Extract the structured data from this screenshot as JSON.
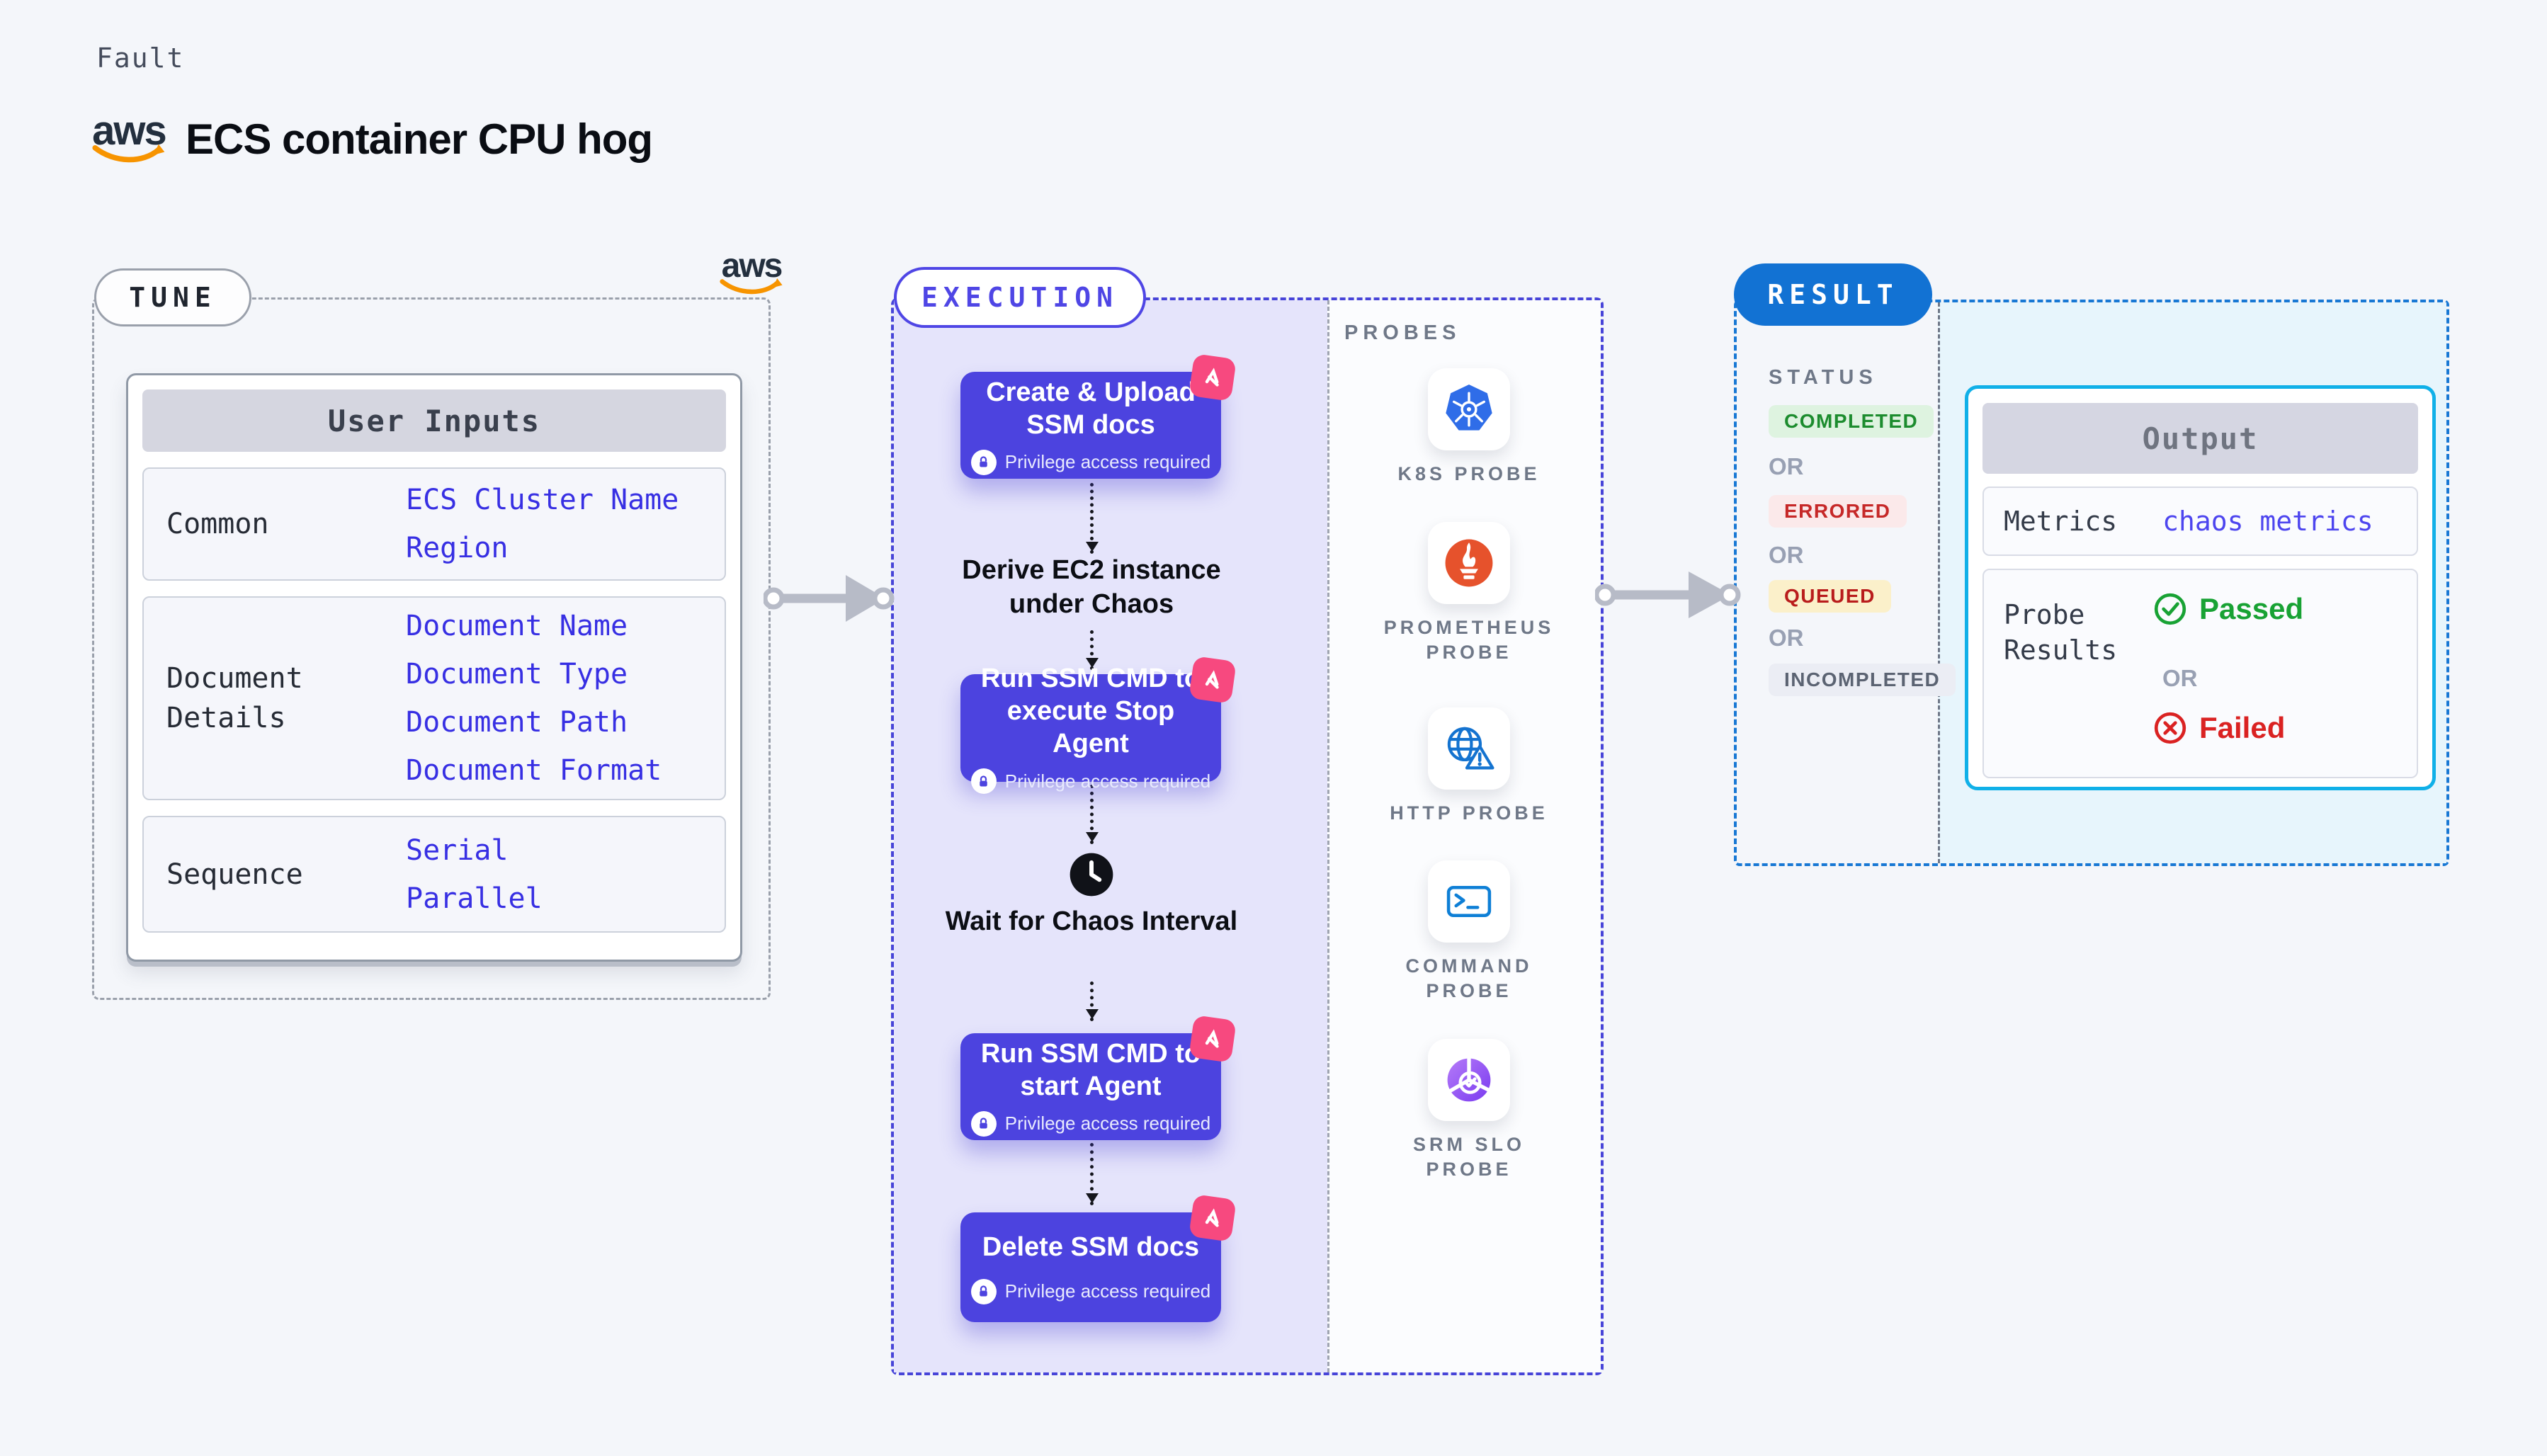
{
  "header": {
    "kicker": "Fault",
    "brand": "aws",
    "title": "ECS container CPU hog"
  },
  "tune": {
    "label": "TUNE",
    "user_inputs": {
      "title": "User Inputs",
      "rows": [
        {
          "label": "Common",
          "values": [
            "ECS Cluster Name",
            "Region"
          ]
        },
        {
          "label": "Document Details",
          "values": [
            "Document Name",
            "Document Type",
            "Document Path",
            "Document Format"
          ]
        },
        {
          "label": "Sequence",
          "values": [
            "Serial",
            "Parallel"
          ]
        }
      ]
    }
  },
  "execution": {
    "label": "EXECUTION",
    "privilege_note": "Privilege access required",
    "steps": [
      {
        "title": "Create & Upload SSM docs",
        "privileged": true
      },
      {
        "title": "Derive EC2 instance under Chaos",
        "privileged": false
      },
      {
        "title": "Run SSM CMD to execute Stop Agent",
        "privileged": true
      },
      {
        "title": "Wait for Chaos Interval",
        "privileged": false
      },
      {
        "title": "Run SSM CMD to start Agent",
        "privileged": true
      },
      {
        "title": "Delete SSM docs",
        "privileged": true
      }
    ]
  },
  "probes": {
    "label": "PROBES",
    "items": [
      {
        "name": "K8S PROBE",
        "icon": "kubernetes-icon"
      },
      {
        "name": "PROMETHEUS PROBE",
        "icon": "prometheus-icon"
      },
      {
        "name": "HTTP PROBE",
        "icon": "http-globe-warning-icon"
      },
      {
        "name": "COMMAND PROBE",
        "icon": "terminal-icon"
      },
      {
        "name": "SRM SLO PROBE",
        "icon": "slo-pie-check-icon"
      }
    ]
  },
  "result": {
    "label": "RESULT",
    "status_title": "STATUS",
    "or_label": "OR",
    "statuses": [
      "COMPLETED",
      "ERRORED",
      "QUEUED",
      "INCOMPLETED"
    ],
    "output": {
      "title": "Output",
      "metrics_label": "Metrics",
      "metrics_value": "chaos metrics",
      "probe_results_label": "Probe Results",
      "passed_label": "Passed",
      "failed_label": "Failed"
    }
  },
  "colors": {
    "page_bg": "#F4F6FA",
    "aws_orange": "#F79400",
    "step_indigo": "#4C43DF",
    "execution_accent": "#4F46E5",
    "chaos_badge_pink": "#F7497F",
    "value_blue": "#372FE3",
    "result_pill_blue": "#1272D3",
    "result_border_blue": "#1878D4",
    "result_bg_cyan": "#E7F5FC",
    "output_border_cyan": "#10B0E8",
    "passed_green": "#18A234",
    "failed_red": "#DA2222",
    "completed_fg": "#1C8C2E",
    "completed_bg": "#DEF3E0",
    "errored_fg": "#C62828",
    "errored_bg": "#FBE9EA",
    "queued_fg": "#B91C1C",
    "queued_bg": "#FBF0CA",
    "incompleted_fg": "#5B6372",
    "incompleted_bg": "#EBEDF4",
    "k8s_blue": "#2F6DE8",
    "prometheus_orange": "#E6522C",
    "http_blue": "#1473D0",
    "srm_purple": "#8B4DF3"
  }
}
